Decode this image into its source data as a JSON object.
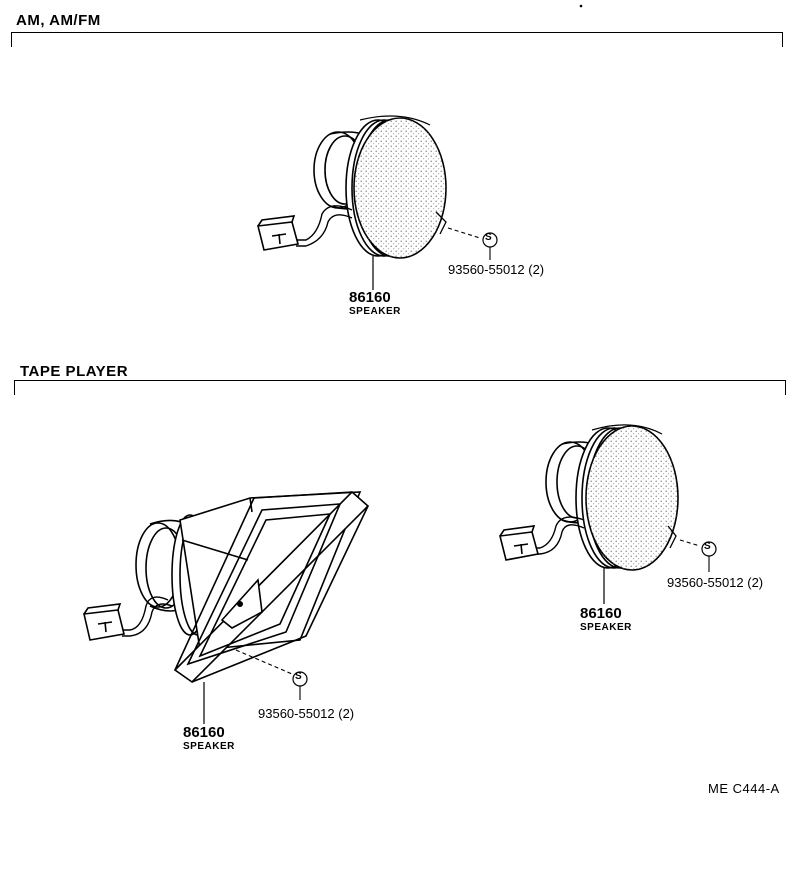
{
  "sections": [
    {
      "title": "AM, AM/FM"
    },
    {
      "title": "TAPE PLAYER"
    }
  ],
  "callouts": [
    {
      "part_number": "86160",
      "part_name": "SPEAKER",
      "screw": "93560-55012 (2)",
      "screw_symbol": "S"
    },
    {
      "part_number": "86160",
      "part_name": "SPEAKER",
      "screw": "93560-55012 (2)",
      "screw_symbol": "S"
    },
    {
      "part_number": "86160",
      "part_name": "SPEAKER",
      "screw": "93560-55012 (2)",
      "screw_symbol": "S"
    }
  ],
  "footer_code": "ME  C444-A"
}
